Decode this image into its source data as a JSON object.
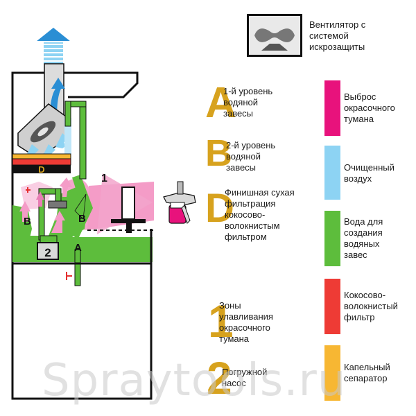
{
  "fan_legend": {
    "label": "Вентилятор с\nсистемой\nискрозащиты"
  },
  "legend_left": [
    {
      "symbol": "A",
      "label": "1-й уровень\nводяной\nзавесы"
    },
    {
      "symbol": "B",
      "label": "2-й уровень\nводяной\nзавесы"
    },
    {
      "symbol": "D",
      "label": "Финишная сухая\nфильтрация\nкокосово-\nволокнистым\nфильтром"
    },
    {
      "symbol": "1",
      "label": "Зоны\nулавливания\nокрасочного\nтумана"
    },
    {
      "symbol": "2",
      "label": "Погружной\nнасос"
    }
  ],
  "legend_right": [
    {
      "color": "#e8127c",
      "label": "Выброс\nокрасочного\nтумана"
    },
    {
      "color": "#8dd3f3",
      "label": "Очищенный\nвоздух"
    },
    {
      "color": "#5dbd3c",
      "label": "Вода для\nсоздания\nводяных\nзавес"
    },
    {
      "color": "#ee3b35",
      "label": "Кокосово-\nволокнистый\nфильтр"
    },
    {
      "color": "#f7b733",
      "label": "Капельный\nсепаратор"
    }
  ],
  "diagram": {
    "labels": {
      "d": "D",
      "b_left": "B",
      "b_right": "B",
      "a": "A",
      "zone": "1",
      "pump": "2"
    }
  },
  "watermark": "Spraytools.ru",
  "colors": {
    "gold": "#d7a21e",
    "green": "#5dbd3c",
    "pink": "#e8127c",
    "light_blue": "#8dd3f3",
    "red": "#ee3b35",
    "yellow": "#f7b733"
  }
}
